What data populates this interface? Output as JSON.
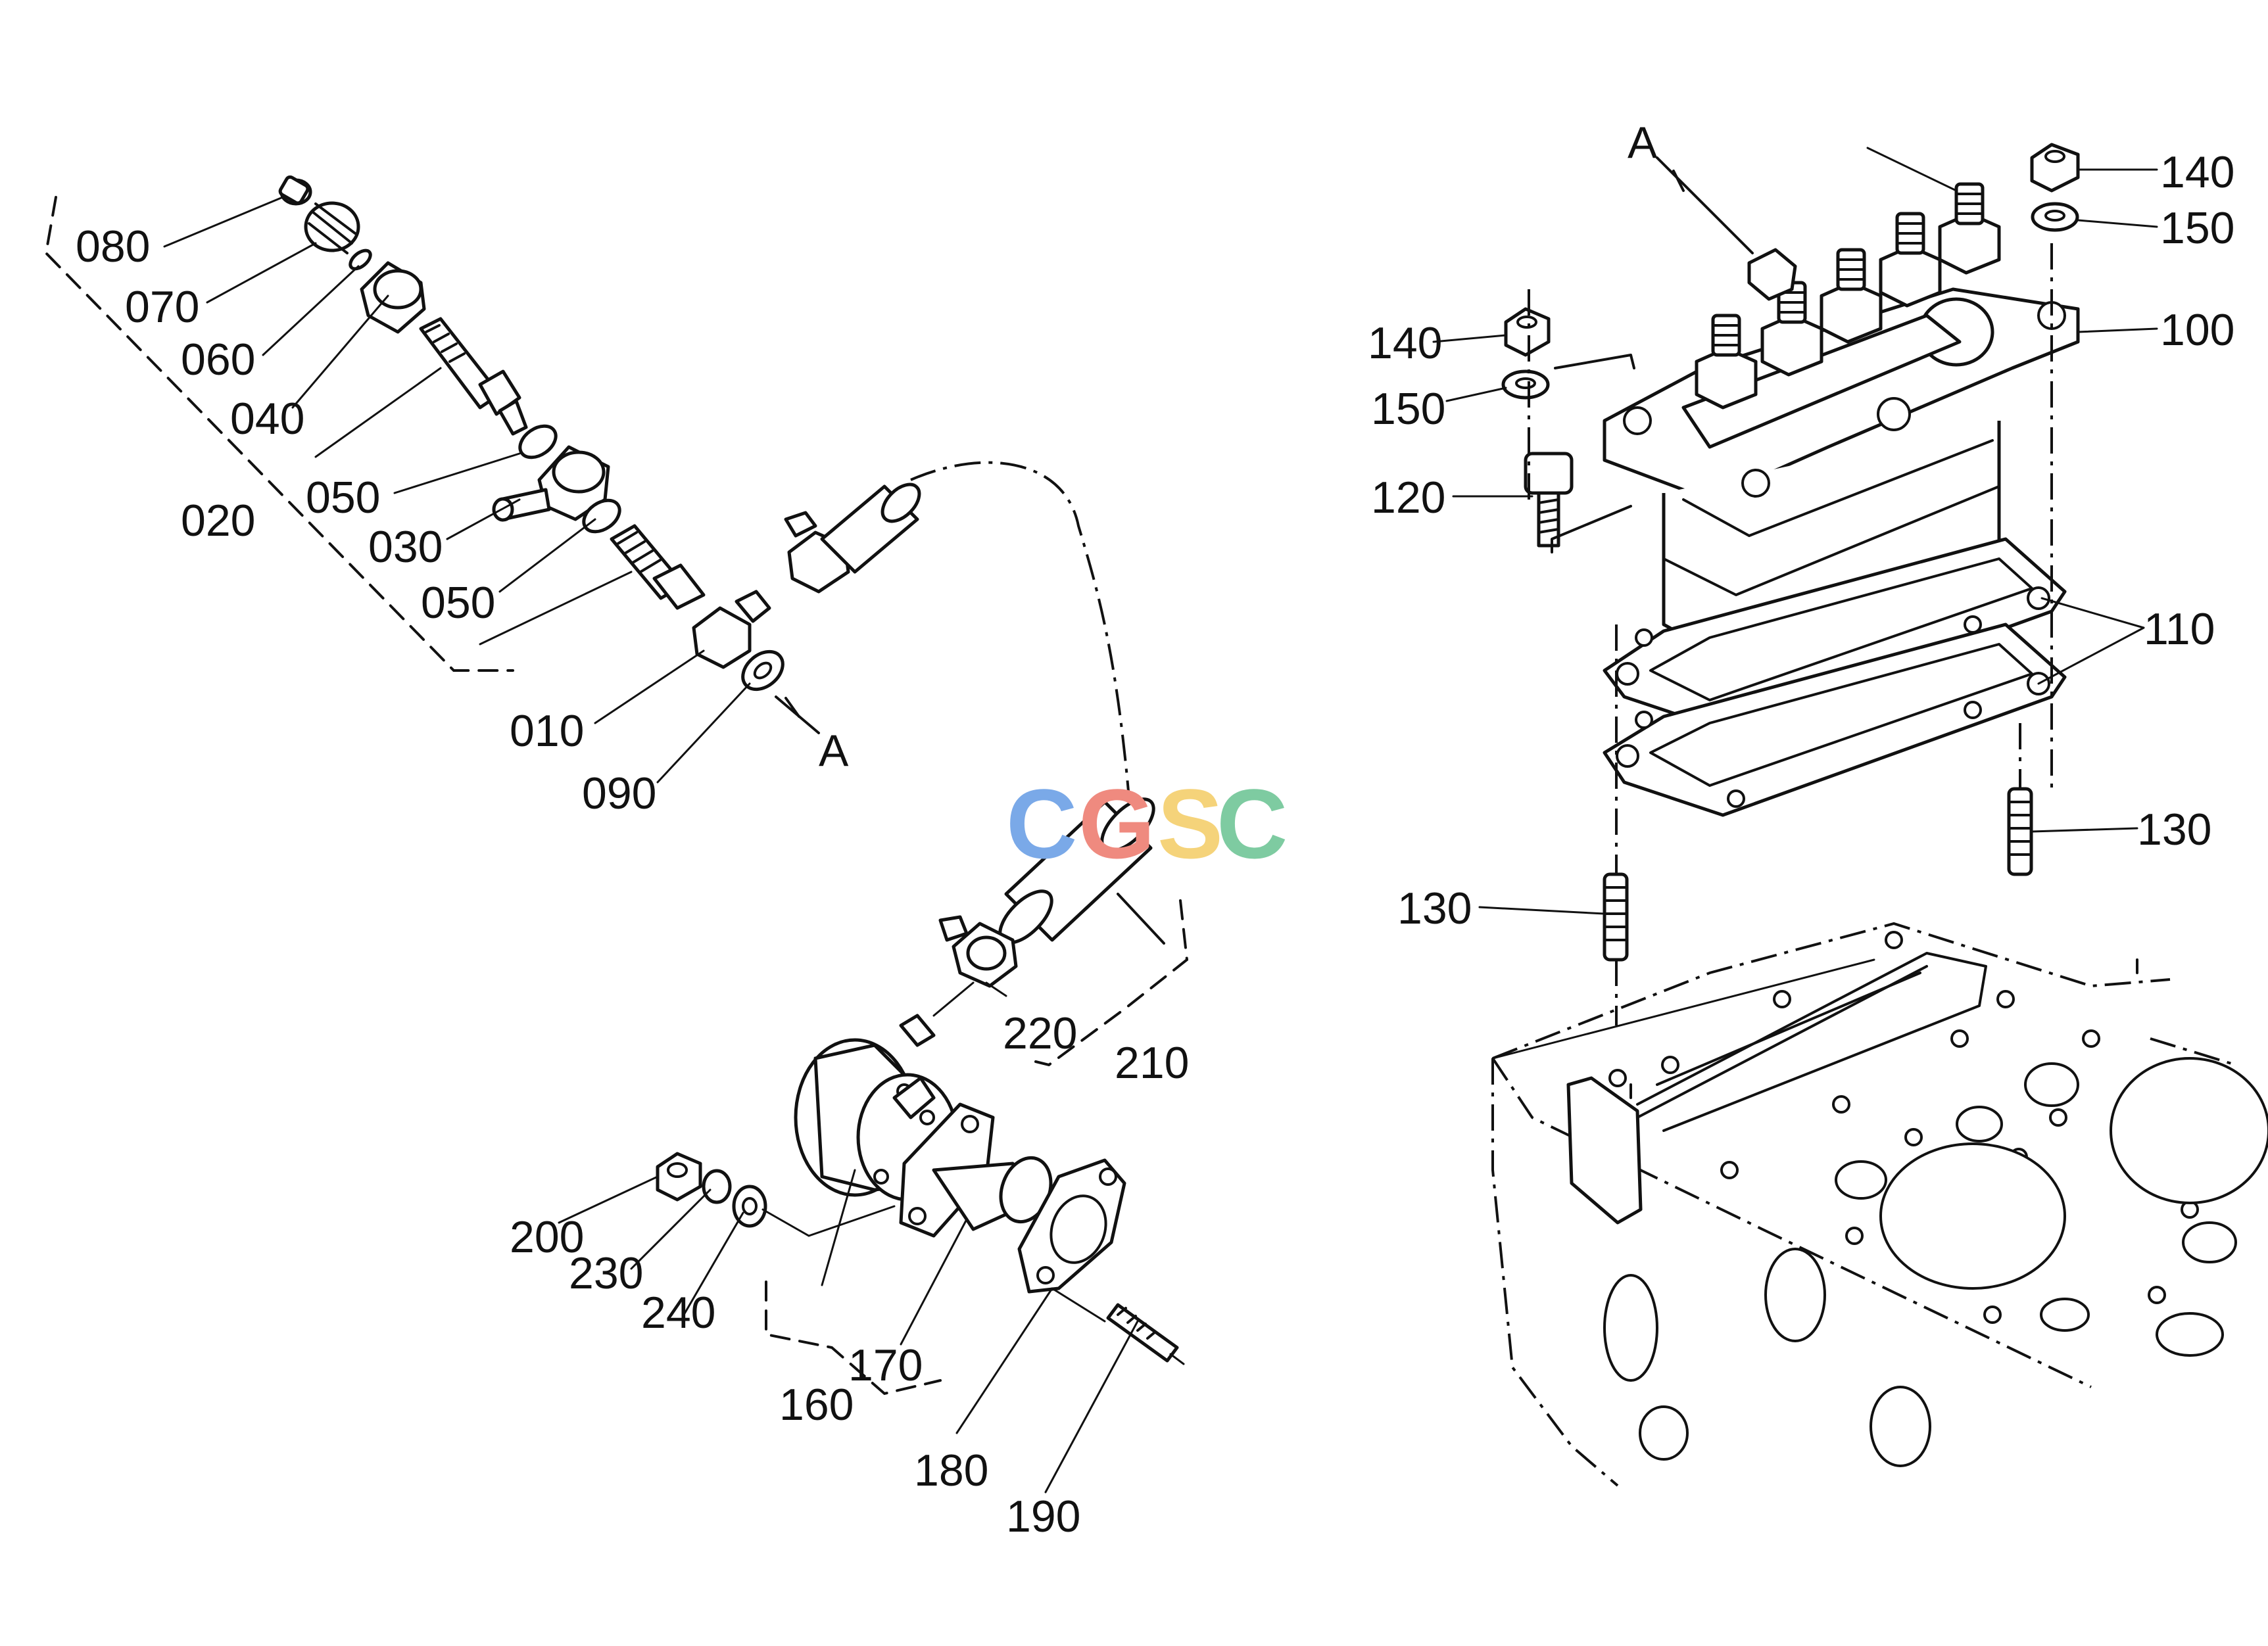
{
  "labels": {
    "p010": "010",
    "p020": "020",
    "p030": "030",
    "p040": "040",
    "p050a": "050",
    "p050b": "050",
    "p060": "060",
    "p070": "070",
    "p080": "080",
    "p090": "090",
    "p100": "100",
    "p110": "110",
    "p120": "120",
    "p130a": "130",
    "p130b": "130",
    "p140a": "140",
    "p140b": "140",
    "p150a": "150",
    "p150b": "150",
    "p160": "160",
    "p170": "170",
    "p180": "180",
    "p190": "190",
    "p200": "200",
    "p210": "210",
    "p220": "220",
    "p230": "230",
    "p240": "240",
    "refA1": "A",
    "refA2": "A"
  },
  "watermark": {
    "letters": [
      "C",
      "G",
      "S",
      "C"
    ],
    "colors": [
      "#7aa9e8",
      "#ef8a7f",
      "#f5d37a",
      "#7ecba1"
    ]
  }
}
